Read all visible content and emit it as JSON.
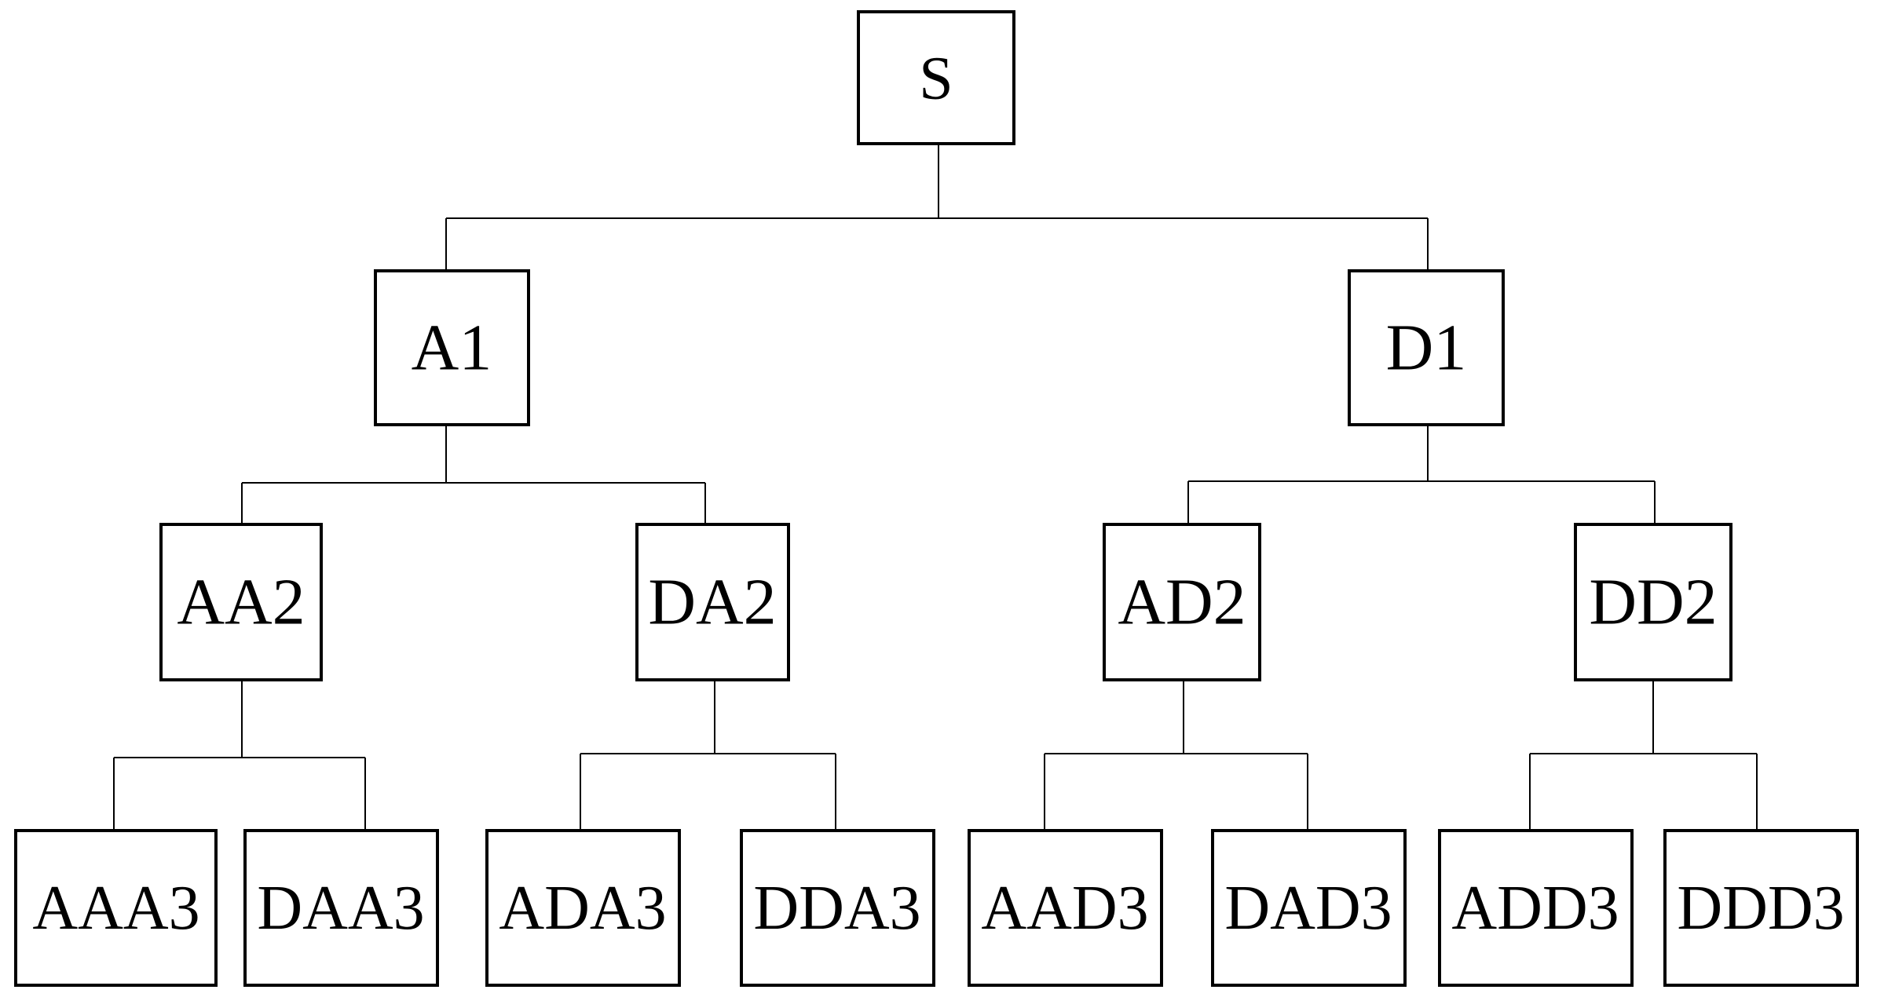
{
  "tree": {
    "root": {
      "id": "S",
      "label": "S"
    },
    "level1": [
      {
        "id": "A1",
        "label": "A1",
        "parent": "S"
      },
      {
        "id": "D1",
        "label": "D1",
        "parent": "S"
      }
    ],
    "level2": [
      {
        "id": "AA2",
        "label": "AA2",
        "parent": "A1"
      },
      {
        "id": "DA2",
        "label": "DA2",
        "parent": "A1"
      },
      {
        "id": "AD2",
        "label": "AD2",
        "parent": "D1"
      },
      {
        "id": "DD2",
        "label": "DD2",
        "parent": "D1"
      }
    ],
    "level3": [
      {
        "id": "AAA3",
        "label": "AAA3",
        "parent": "AA2"
      },
      {
        "id": "DAA3",
        "label": "DAA3",
        "parent": "AA2"
      },
      {
        "id": "ADA3",
        "label": "ADA3",
        "parent": "DA2"
      },
      {
        "id": "DDA3",
        "label": "DDA3",
        "parent": "DA2"
      },
      {
        "id": "AAD3",
        "label": "AAD3",
        "parent": "AD2"
      },
      {
        "id": "DAD3",
        "label": "DAD3",
        "parent": "AD2"
      },
      {
        "id": "ADD3",
        "label": "ADD3",
        "parent": "DD2"
      },
      {
        "id": "DDD3",
        "label": "DDD3",
        "parent": "DD2"
      }
    ]
  },
  "colors": {
    "line": "#000000",
    "box_fill": "#ffffff",
    "text": "#000000",
    "background": "#ffffff"
  }
}
